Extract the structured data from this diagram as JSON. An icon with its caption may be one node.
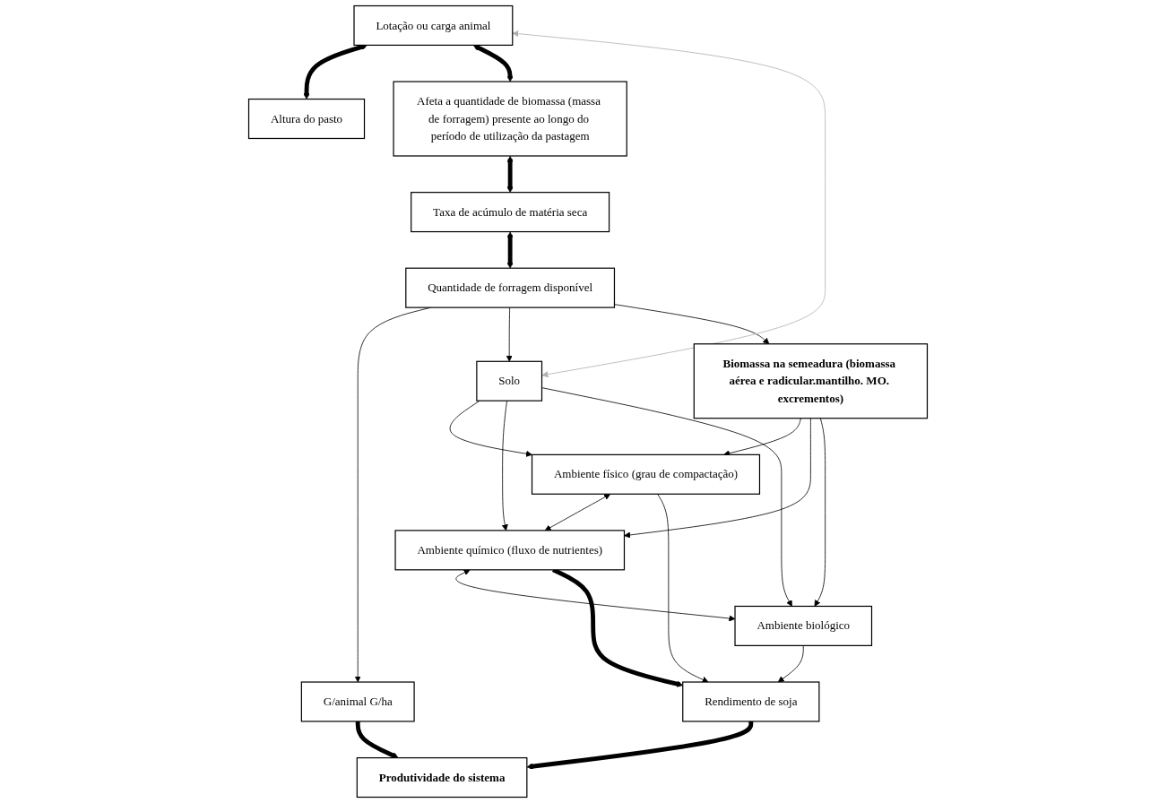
{
  "diagram": {
    "nodes": [
      {
        "text": [
          "Lotação ou carga animal"
        ]
      },
      {
        "text": [
          "Altura do pasto"
        ]
      },
      {
        "text": [
          "Afeta a quantidade de biomassa (massa de forragem) presente ao longo do período de utilização da pastagem"
        ]
      },
      {
        "text": [
          "Taxa de acúmulo de matéria seca"
        ]
      },
      {
        "text": [
          "Quantidade de forragem disponível"
        ]
      },
      {
        "text": [
          "G/animal G/ha"
        ]
      },
      {
        "text": [
          "Solo"
        ]
      },
      {
        "text": [
          "Biomassa na semeadura (biomassa aérea e radicular.mantilho. MO. excrementos)"
        ]
      },
      {
        "text": [
          "Ambiente físico (grau de compactação)"
        ]
      },
      {
        "text": [
          "Ambiente químico (fluxo de nutrientes)"
        ]
      },
      {
        "text": [
          "Ambiente biológico"
        ]
      },
      {
        "text": [
          "Produtividade do sistema"
        ]
      },
      {
        "text": [
          "Rendimento de soja"
        ]
      }
    ],
    "edges": [
      {
        "from": 0,
        "to": 1,
        "arrow": "both",
        "style": "thick"
      },
      {
        "from": 0,
        "to": 2,
        "arrow": "both",
        "style": "thick"
      },
      {
        "from": 2,
        "to": 3,
        "arrow": "both",
        "style": "thick"
      },
      {
        "from": 3,
        "to": 4,
        "arrow": "both",
        "style": "thick"
      },
      {
        "from": 4,
        "to": 5,
        "arrow": "to"
      },
      {
        "from": 4,
        "to": 6,
        "arrow": "to"
      },
      {
        "from": 4,
        "to": 7,
        "arrow": "to"
      },
      {
        "from": 6,
        "to": 0,
        "arrow": "both",
        "color": "#b0b0b0"
      },
      {
        "from": 6,
        "to": 8,
        "arrow": "to"
      },
      {
        "from": 6,
        "to": 9,
        "arrow": "to"
      },
      {
        "from": 6,
        "to": 10,
        "arrow": "to"
      },
      {
        "from": 7,
        "to": 8,
        "arrow": "to"
      },
      {
        "from": 7,
        "to": 9,
        "arrow": "to"
      },
      {
        "from": 7,
        "to": 10,
        "arrow": "to"
      },
      {
        "from": 8,
        "to": 9,
        "arrow": "both"
      },
      {
        "from": 9,
        "to": 10,
        "arrow": "both"
      },
      {
        "from": 8,
        "to": 12,
        "arrow": "to"
      },
      {
        "from": 10,
        "to": 12,
        "arrow": "to"
      },
      {
        "from": 9,
        "to": 12,
        "arrow": "to",
        "style": "thick"
      },
      {
        "from": 5,
        "to": 11,
        "arrow": "to",
        "style": "thick"
      },
      {
        "from": 12,
        "to": 11,
        "arrow": "to",
        "style": "thick"
      }
    ]
  }
}
